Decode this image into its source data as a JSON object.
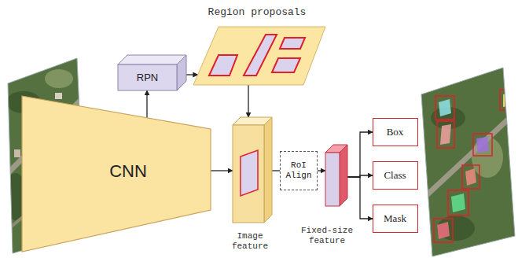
{
  "diagram": {
    "nodes": [
      {
        "text": [
          "RPN"
        ]
      },
      {
        "text": [
          "Region proposals"
        ]
      },
      {
        "text": [
          "CNN"
        ]
      },
      {
        "text": [
          "Image feature"
        ]
      },
      {
        "text": [
          "RoI Align"
        ]
      },
      {
        "text": [
          "Fixed-size feature"
        ]
      },
      {
        "text": [
          "Box"
        ]
      },
      {
        "text": [
          "Class"
        ]
      },
      {
        "text": [
          "Mask"
        ]
      }
    ],
    "edges": [
      {
        "from": 2,
        "to": 0,
        "arrow": "to"
      },
      {
        "from": 0,
        "to": 1,
        "arrow": "to"
      },
      {
        "from": 1,
        "to": 3,
        "arrow": "to"
      },
      {
        "from": 2,
        "to": 3,
        "arrow": "to"
      },
      {
        "from": 3,
        "to": 4,
        "arrow": "none"
      },
      {
        "from": 4,
        "to": 5,
        "arrow": "to"
      },
      {
        "from": 5,
        "to": 6,
        "arrow": "to"
      },
      {
        "from": 5,
        "to": 7,
        "arrow": "to"
      },
      {
        "from": 5,
        "to": 8,
        "arrow": "to"
      }
    ]
  }
}
